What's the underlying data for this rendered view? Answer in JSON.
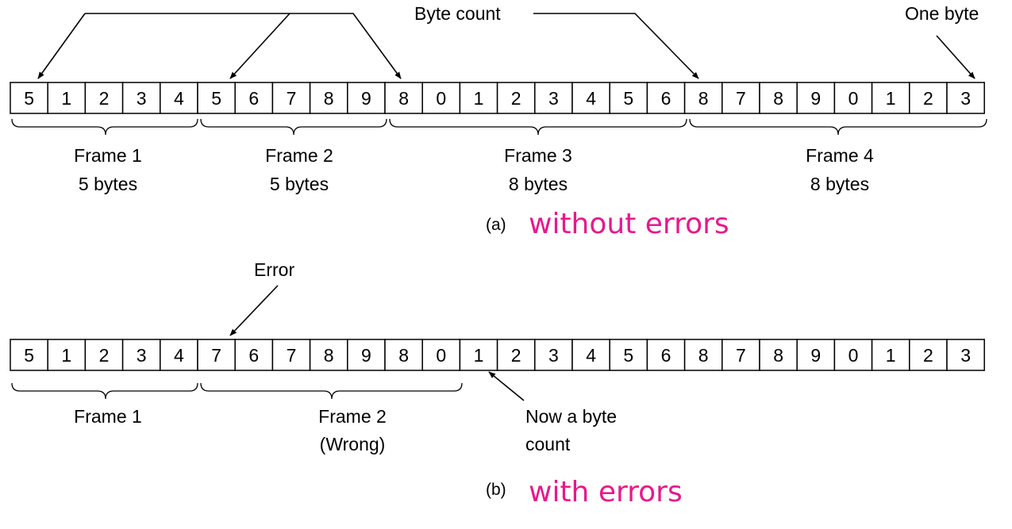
{
  "colors": {
    "note": "#e6198c",
    "ink": "#000000"
  },
  "top": {
    "bytes": [
      "5",
      "1",
      "2",
      "3",
      "4",
      "5",
      "6",
      "7",
      "8",
      "9",
      "8",
      "0",
      "1",
      "2",
      "3",
      "4",
      "5",
      "6",
      "8",
      "7",
      "8",
      "9",
      "0",
      "1",
      "2",
      "3"
    ],
    "frames": [
      {
        "name": "Frame 1",
        "size": "5 bytes"
      },
      {
        "name": "Frame 2",
        "size": "5 bytes"
      },
      {
        "name": "Frame 3",
        "size": "8 bytes"
      },
      {
        "name": "Frame 4",
        "size": "8 bytes"
      }
    ],
    "byte_count_label": "Byte count",
    "one_byte_label": "One byte",
    "caption_letter": "(a)",
    "caption_note": "without errors"
  },
  "bottom": {
    "bytes": [
      "5",
      "1",
      "2",
      "3",
      "4",
      "7",
      "6",
      "7",
      "8",
      "9",
      "8",
      "0",
      "1",
      "2",
      "3",
      "4",
      "5",
      "6",
      "8",
      "7",
      "8",
      "9",
      "0",
      "1",
      "2",
      "3"
    ],
    "frames": [
      {
        "name": "Frame 1",
        "size": ""
      },
      {
        "name": "Frame 2",
        "size": "(Wrong)"
      }
    ],
    "error_label": "Error",
    "now_label_line1": "Now a byte",
    "now_label_line2": "count",
    "caption_letter": "(b)",
    "caption_note": "with errors"
  }
}
